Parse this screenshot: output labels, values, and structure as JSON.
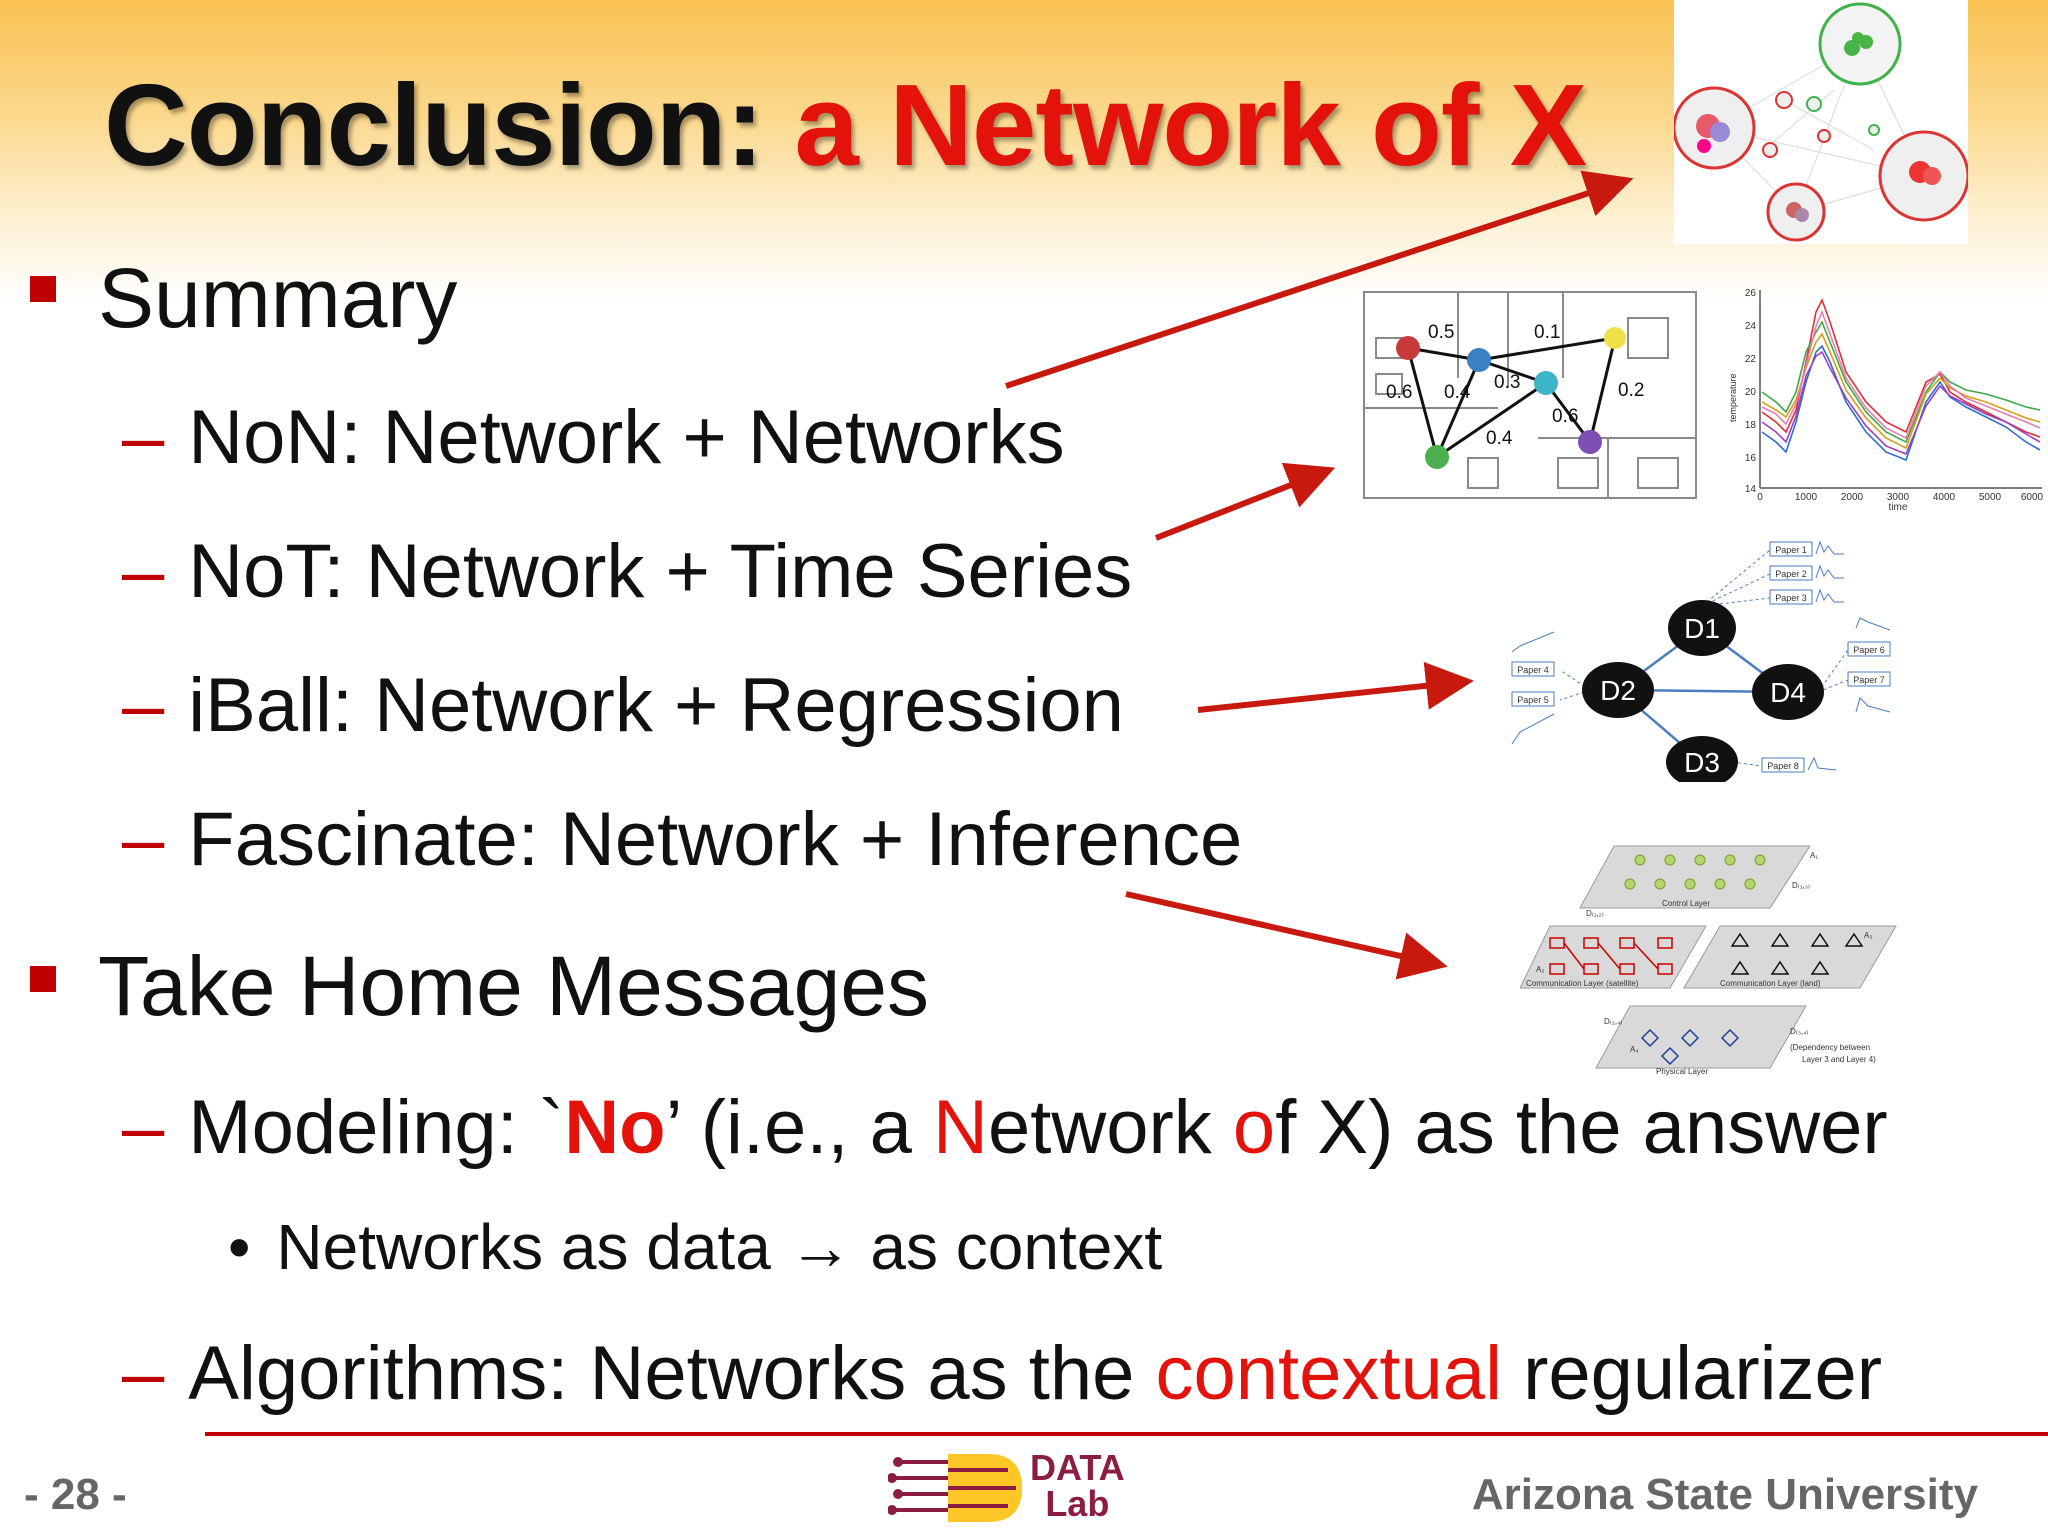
{
  "slide": {
    "title_black": "Conclusion: ",
    "title_red": "a Network of X",
    "page_number": "- 28 -",
    "university": "Arizona State University",
    "logo": {
      "line1": "DATA",
      "line2": "Lab"
    }
  },
  "bullets": {
    "summary": "Summary",
    "non": "NoN: Network + Networks",
    "not": "NoT: Network + Time Series",
    "iball": "iBall: Network + Regression",
    "fascinate": "Fascinate: Network + Inference",
    "take_home": "Take Home Messages",
    "modeling": {
      "prefix": "Modeling: `",
      "no": "No",
      "mid1": "’ (i.e., a ",
      "n": "N",
      "mid2": "etwork ",
      "o": "o",
      "suffix": "f X) as the answer"
    },
    "networks_as_data": "Networks as data → as context",
    "algorithms": {
      "prefix": "Algorithms:  Networks as the ",
      "red": "contextual",
      "suffix": " regularizer"
    },
    "dash": "–",
    "dot": "•"
  },
  "figures": {
    "floorplan_edges": [
      "0.5",
      "0.1",
      "0.6",
      "0.4",
      "0.3",
      "0.2",
      "0.6",
      "0.4"
    ],
    "timeseries": {
      "y_ticks": [
        "26",
        "24",
        "22",
        "20",
        "18",
        "16",
        "14"
      ],
      "x_ticks": [
        "0",
        "1000",
        "2000",
        "3000",
        "4000",
        "5000",
        "6000"
      ],
      "xlabel": "time",
      "ylabel": "temperature"
    },
    "iball": {
      "nodes": [
        "D1",
        "D2",
        "D4",
        "D3"
      ],
      "papers": [
        "Paper 1",
        "Paper 2",
        "Paper 3",
        "Paper 4",
        "Paper 5",
        "Paper 6",
        "Paper 7",
        "Paper 8"
      ]
    },
    "layers": {
      "control": "Control Layer",
      "comm_sat": "Communication Layer (satellite)",
      "comm_land": "Communication Layer (land)",
      "physical": "Physical Layer",
      "dep_1": "(Dependency between",
      "dep_2": "Layer 3 and Layer 4)",
      "a1": "A₁",
      "a2": "A₂",
      "a3": "A₃",
      "a4": "A₄",
      "d12": "D₍₁,₂₎",
      "d13": "D₍₁,₃₎",
      "d24": "D₍₂,₄₎",
      "d34": "D₍₃,₄₎"
    }
  },
  "colors": {
    "accent_red": "#e3120b",
    "bullet_red": "#c00000",
    "band": "#f9c251",
    "asu_maroon": "#8c1d40",
    "asu_gold": "#ffc627"
  }
}
